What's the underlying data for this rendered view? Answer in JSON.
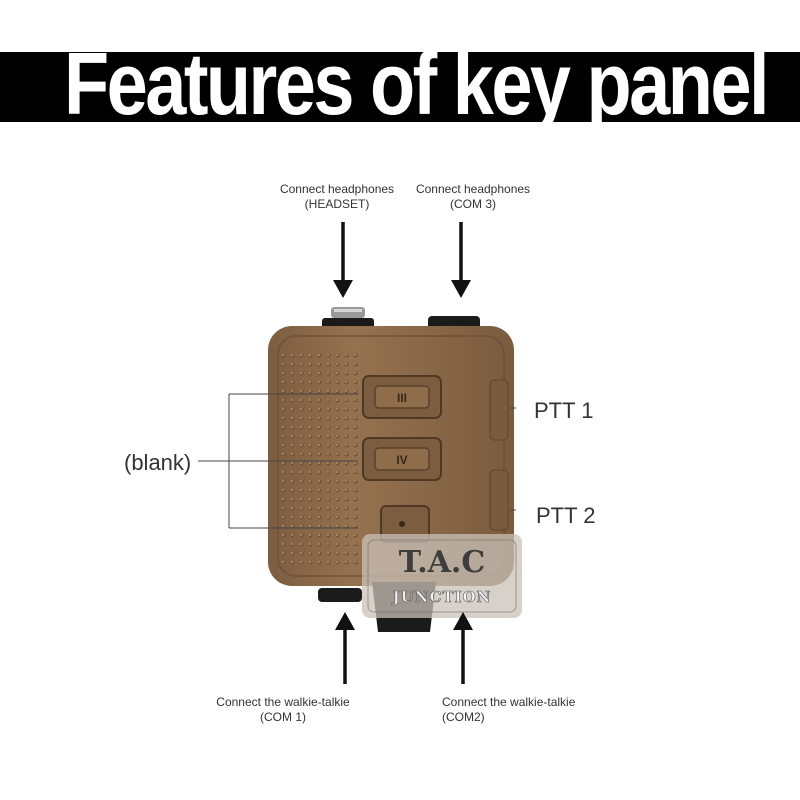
{
  "title": "Features of key panel",
  "labels": {
    "headset_line1": "Connect headphones",
    "headset_line2": "(HEADSET)",
    "com3_line1": "Connect headphones",
    "com3_line2": "(COM 3)",
    "ptt1": "PTT 1",
    "ptt2": "PTT 2",
    "blank": "(blank)",
    "com1_line1": "Connect the walkie-talkie",
    "com1_line2": "(COM 1)",
    "com2_line1": "Connect the walkie-talkie",
    "com2_line2": "(COM2)"
  },
  "device": {
    "button_top_glyph": "III",
    "button_middle_glyph": "IV"
  },
  "watermark": {
    "line1": "T.A.C",
    "line2": "JUNCTION"
  },
  "colors": {
    "device_body": "#8b6a4a",
    "arrow": "#111111",
    "title_band": "#000000"
  }
}
